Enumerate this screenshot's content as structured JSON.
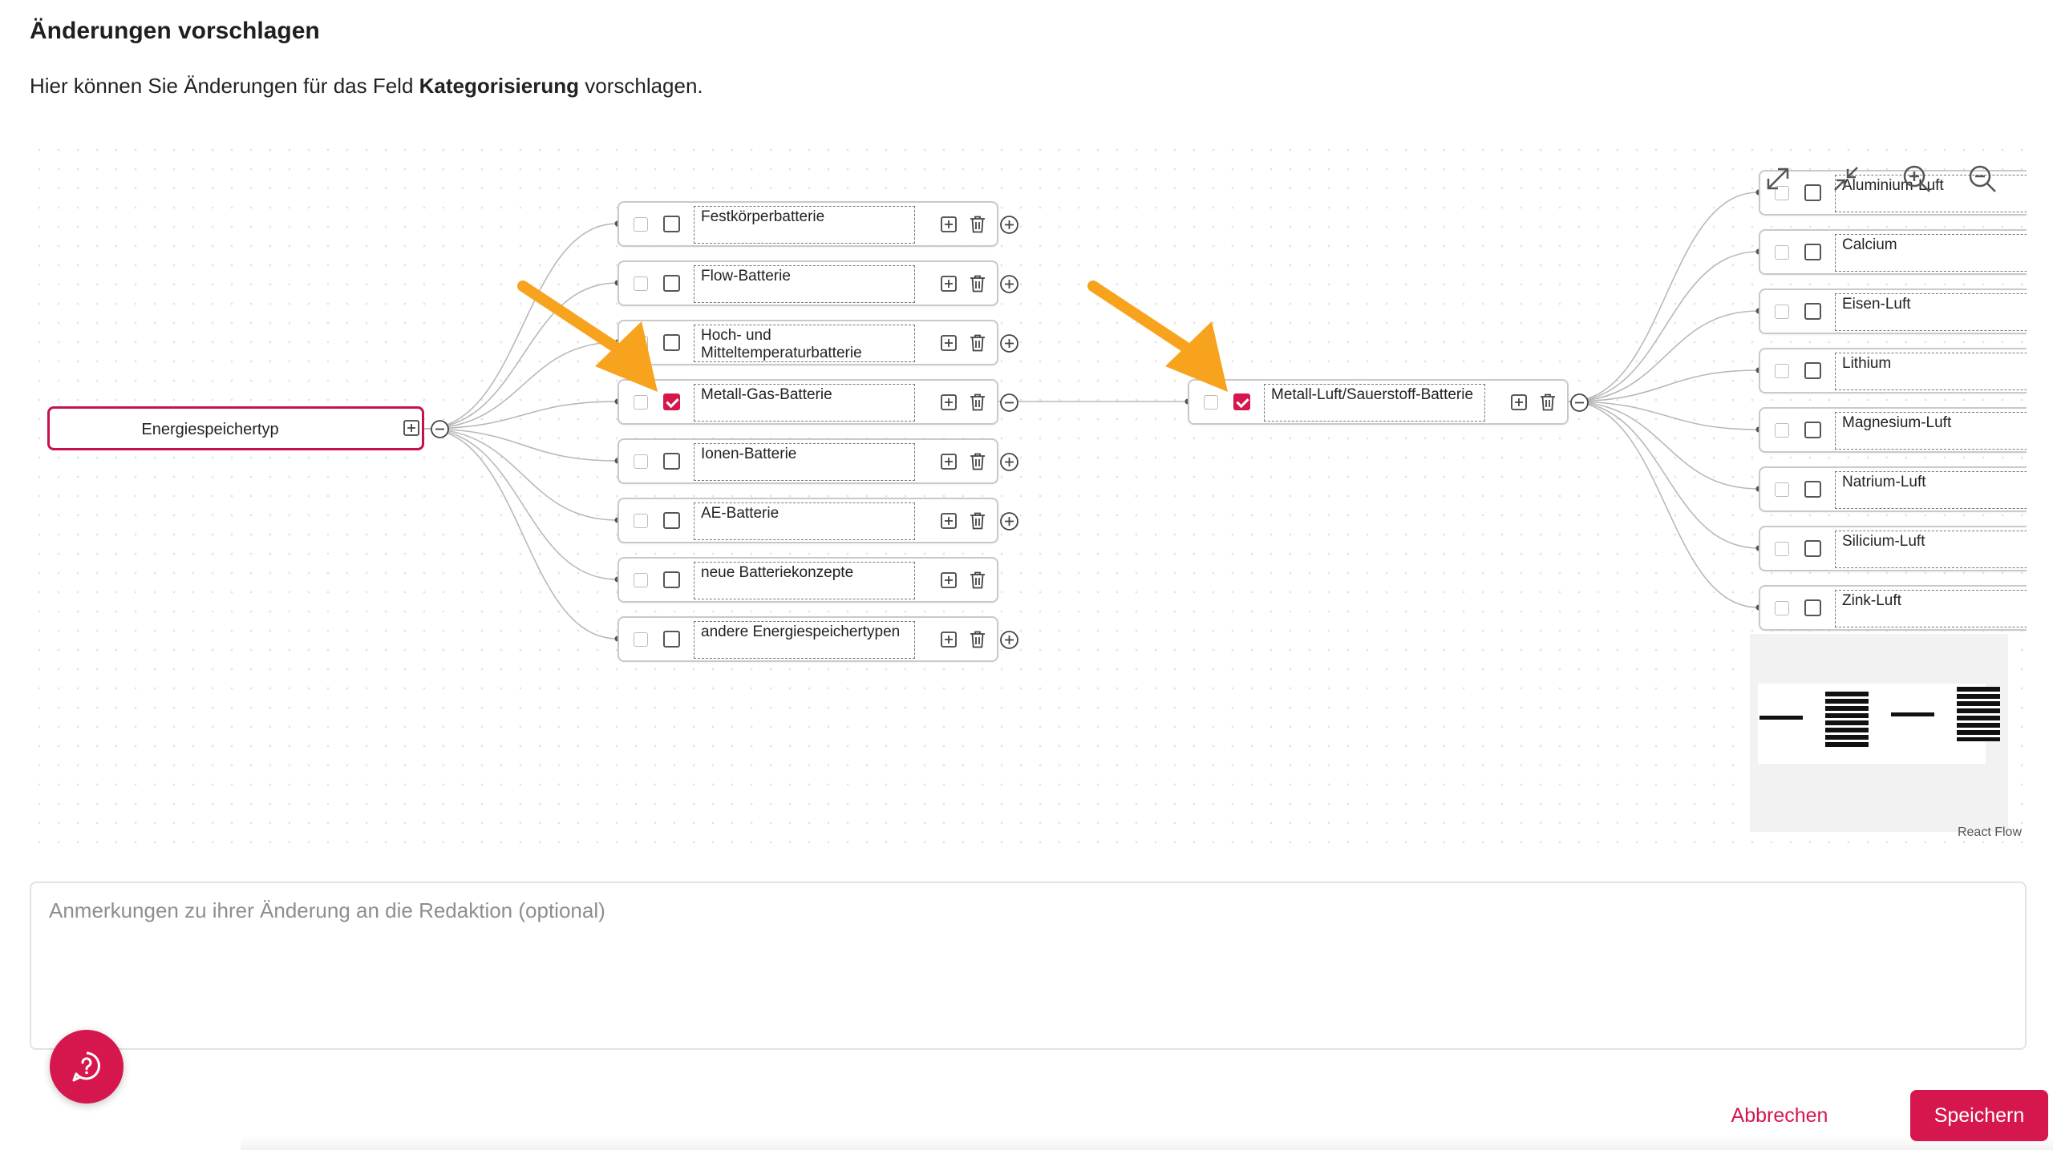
{
  "dialog": {
    "title": "Änderungen vorschlagen",
    "description_before": "Hier können Sie Änderungen für das Feld ",
    "description_field": "Kategorisierung",
    "description_after": " vorschlagen."
  },
  "tree": {
    "root": {
      "label": "Energiespeichertyp"
    },
    "level1": [
      {
        "label": "Festkörperbatterie",
        "checked": false,
        "expand": "plus"
      },
      {
        "label": "Flow-Batterie",
        "checked": false,
        "expand": "plus"
      },
      {
        "label": "Hoch- und Mitteltemperaturbatterie",
        "checked": false,
        "expand": "plus"
      },
      {
        "label": "Metall-Gas-Batterie",
        "checked": true,
        "expand": "minus"
      },
      {
        "label": "Ionen-Batterie",
        "checked": false,
        "expand": "plus"
      },
      {
        "label": "AE-Batterie",
        "checked": false,
        "expand": "plus"
      },
      {
        "label": "neue Batteriekonzepte",
        "checked": false,
        "expand": "none"
      },
      {
        "label": "andere Energiespeichertypen",
        "checked": false,
        "expand": "plus"
      }
    ],
    "level2": [
      {
        "label": "Metall-Luft/Sauerstoff-Batterie",
        "checked": true,
        "expand": "minus"
      }
    ],
    "level3": [
      {
        "label": "Aluminium-Luft",
        "checked": false
      },
      {
        "label": "Calcium",
        "checked": false
      },
      {
        "label": "Eisen-Luft",
        "checked": false
      },
      {
        "label": "Lithium",
        "checked": false
      },
      {
        "label": "Magnesium-Luft",
        "checked": false
      },
      {
        "label": "Natrium-Luft",
        "checked": false
      },
      {
        "label": "Silicium-Luft",
        "checked": false
      },
      {
        "label": "Zink-Luft",
        "checked": false
      }
    ]
  },
  "controls": {
    "icons": [
      "fit-view-icon",
      "collapse-view-icon",
      "zoom-in-icon",
      "zoom-out-icon"
    ],
    "attribution": "React Flow"
  },
  "remarks": {
    "placeholder": "Anmerkungen zu ihrer Änderung an die Redaktion (optional)"
  },
  "buttons": {
    "cancel": "Abbrechen",
    "save": "Speichern"
  },
  "colors": {
    "accent": "#d6174d",
    "arrow": "#f7a31d"
  }
}
